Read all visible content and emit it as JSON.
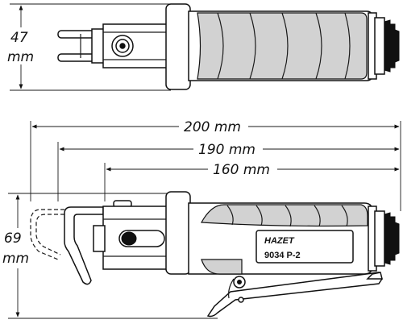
{
  "dimensions": {
    "height_top": "47",
    "height_top_unit": "mm",
    "length_overall": "200 mm",
    "length_middle": "190 mm",
    "length_short": "160 mm",
    "height_side": "69",
    "height_side_unit": "mm"
  },
  "label": {
    "brand": "HAZET",
    "model": "9034 P-2"
  },
  "colors": {
    "line": "#111111",
    "grip_fill": "#d2d2d2",
    "background": "#ffffff"
  }
}
